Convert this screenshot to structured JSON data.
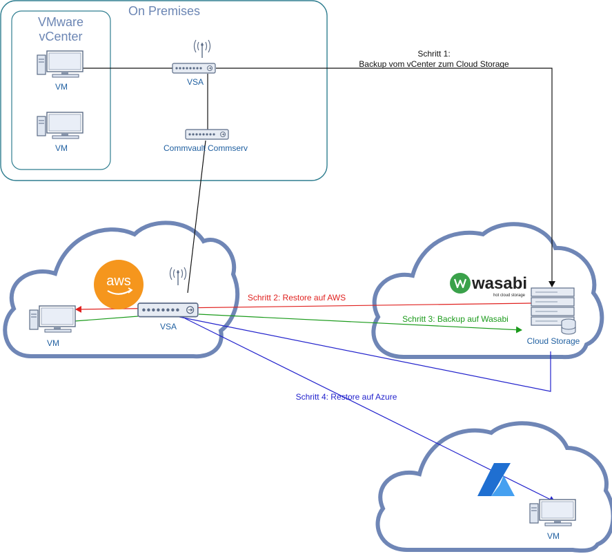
{
  "regions": {
    "on_premises": "On Premises",
    "vcenter_line1": "VMware",
    "vcenter_line2": "vCenter"
  },
  "nodes": {
    "vm_top": "VM",
    "vm_bottom": "VM",
    "vsa_onprem": "VSA",
    "commserv": "Commvault Commserv",
    "vm_aws": "VM",
    "vsa_aws": "VSA",
    "cloud_storage": "Cloud Storage",
    "vm_azure": "VM"
  },
  "logos": {
    "aws": "aws",
    "wasabi": "wasabi",
    "wasabi_tagline": "hot cloud storage"
  },
  "steps": {
    "step1_line1": "Schritt 1:",
    "step1_line2": "Backup vom vCenter zum Cloud Storage",
    "step2": "Schritt 2: Restore auf AWS",
    "step3": "Schritt 3: Backup auf Wasabi",
    "step4": "Schritt 4: Restore auf Azure"
  },
  "colors": {
    "frame": "#2e7d8f",
    "cloud": "#6f86b6",
    "step1": "#111111",
    "step2": "#e0201e",
    "step3": "#1a9a1a",
    "step4": "#2222cc",
    "aws_orange": "#f5961d",
    "wasabi_green": "#3aa14a",
    "azure_blue": "#1f6fd1"
  }
}
